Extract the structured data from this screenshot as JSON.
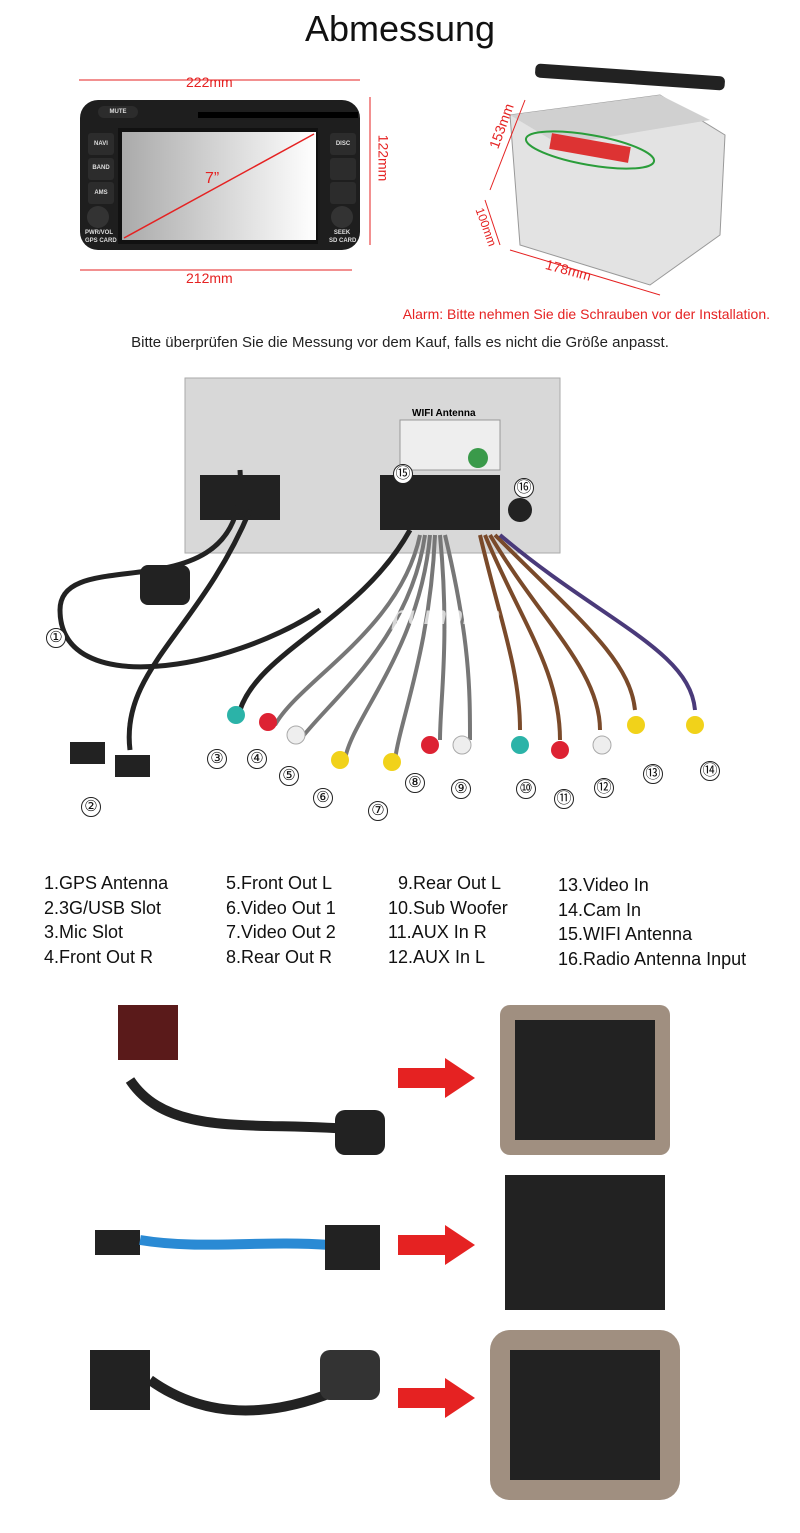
{
  "title": "Abmessung",
  "dimensions": {
    "front_width_top": "222mm",
    "front_width_bottom": "212mm",
    "front_height": "122mm",
    "screen_diagonal": "7”",
    "depth_height": "153mm",
    "depth_side": "100mm",
    "depth_length": "178mm"
  },
  "head_unit_buttons": [
    "MUTE",
    "NAVI",
    "BAND",
    "AMS",
    "DISC",
    "PWR/VOL",
    "GPS CARD",
    "SEEK",
    "SD CARD"
  ],
  "alarm": "Alarm: Bitte nehmen Sie die Schrauben vor der Installation.",
  "check_note": "Bitte überprüfen Sie die Messung vor dem Kauf, falls es nicht die Größe anpasst.",
  "diagram": {
    "wifi_label": "WIFI Antenna",
    "watermark": "pumpkin",
    "markers": [
      "①",
      "②",
      "③",
      "④",
      "⑤",
      "⑥",
      "⑦",
      "⑧",
      "⑨",
      "⑩",
      "⑪",
      "⑫",
      "⑬",
      "⑭",
      "⑮",
      "⑯"
    ]
  },
  "legend": {
    "columns": [
      [
        "1.GPS Antenna",
        "2.3G/USB Slot",
        "3.Mic Slot",
        "4.Front Out R"
      ],
      [
        "5.Front Out L",
        "6.Video Out 1",
        "7.Video Out 2",
        "8.Rear Out R"
      ],
      [
        "9.Rear Out L",
        "10.Sub Woofer",
        "11.AUX In R",
        "12.AUX In L"
      ],
      [
        "13.Video In",
        "14.Cam In",
        "15.WIFI Antenna",
        "16.Radio Antenna Input"
      ]
    ]
  },
  "colors": {
    "accent": "#e52222"
  }
}
